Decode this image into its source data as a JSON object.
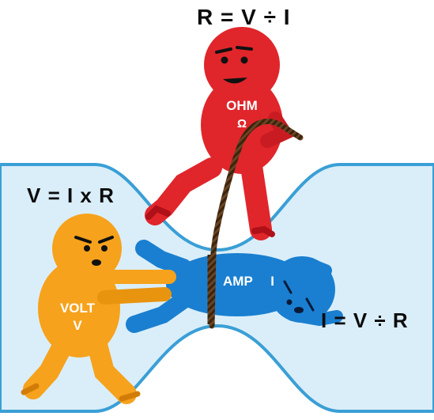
{
  "formulas": {
    "resistance": "R = V ÷ I",
    "voltage": "V = I x R",
    "current": "I = V ÷ R"
  },
  "characters": {
    "ohm": {
      "name": "OHM",
      "symbol": "Ω",
      "color": "#e0262b"
    },
    "volt": {
      "name": "VOLT",
      "symbol": "V",
      "color": "#f6a21c"
    },
    "amp": {
      "name": "AMP",
      "symbol": "I",
      "color": "#1a7fd0"
    }
  },
  "colors": {
    "pipe_fill": "#daeef9",
    "pipe_outline": "#3a9fd6",
    "rope": "#5a3a1a"
  }
}
